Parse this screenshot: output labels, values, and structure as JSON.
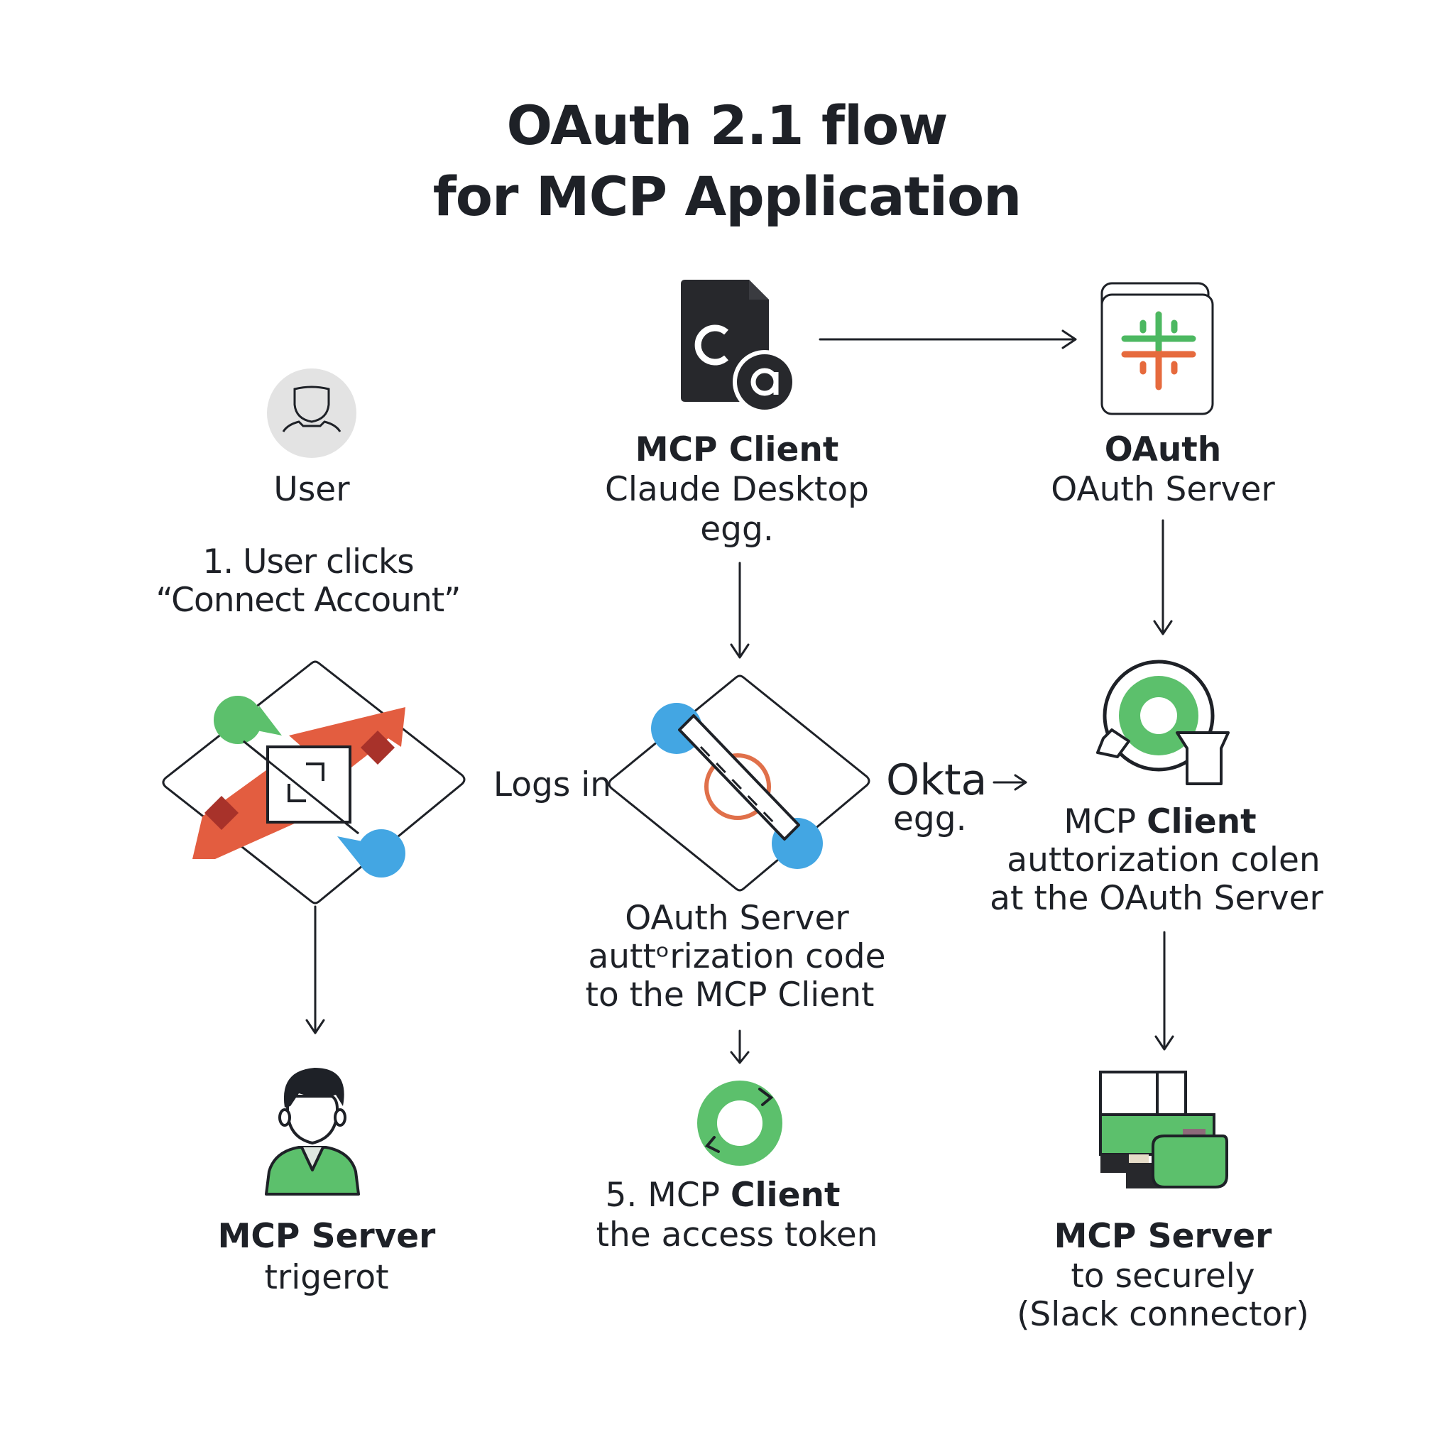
{
  "title": {
    "line1": "OAuth 2.1 flow",
    "line2": "for MCP Application"
  },
  "nodes": {
    "user": {
      "label": "User"
    },
    "step1": {
      "line1": "1. User clicks",
      "line2": "“Connect Account”"
    },
    "mcp_client_top": {
      "title": "MCP Client",
      "line1": "Claude Desktop",
      "line2": "egg."
    },
    "oauth_top": {
      "title": "OAuth",
      "line1": "OAuth Server"
    },
    "logs_in": {
      "label": "Logs in"
    },
    "okta": {
      "label": "Okta",
      "line1": "egg."
    },
    "oauth_code": {
      "line1": "OAuth Server",
      "line2": "auttᵒrization code",
      "line3": "to the MCP Client"
    },
    "mcp_client_auth": {
      "title_regular": "MCP ",
      "title_bold": "Client",
      "line1": "auttorization colen",
      "line2": "at the OAuth Server"
    },
    "mcp_server_left": {
      "title": "MCP Server",
      "line1": "trigerot"
    },
    "step5": {
      "title_regular": "5. MCP ",
      "title_bold": "Client",
      "line1": "the access token"
    },
    "mcp_server_right": {
      "title": "MCP Server",
      "line1": "to securely",
      "line2": "(Slack connector)"
    }
  },
  "colors": {
    "green": "#62c471",
    "orange": "#e35d40",
    "blue": "#43a6e3",
    "dark": "#27282c",
    "grey_circle": "#e3e3e3"
  },
  "icons": [
    "user-avatar-icon",
    "claude-desktop-file-icon",
    "slack-logo-icon",
    "connect-diamond-icon",
    "login-diamond-icon",
    "oauth-token-icon",
    "person-icon",
    "refresh-token-icon",
    "slack-connector-icon"
  ]
}
